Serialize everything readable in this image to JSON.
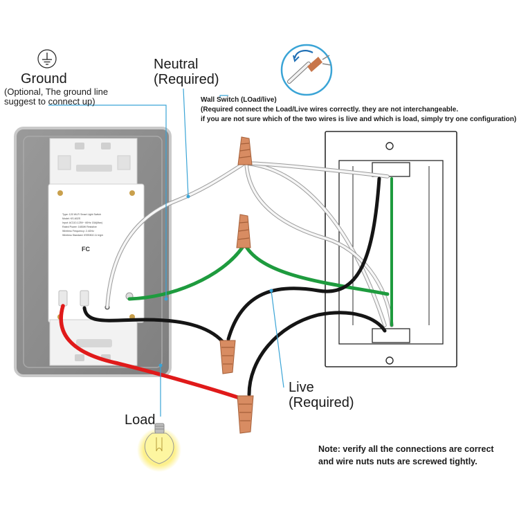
{
  "labels": {
    "ground_title": "Ground",
    "ground_sub_1": "(Optional, The ground line",
    "ground_sub_2": "suggest to connect up)",
    "neutral_1": "Neutral",
    "neutral_2": "(Required)",
    "wall_switch_title": "Wall Switch (LOad/live)",
    "wall_switch_note_1": "(Required connect the Load/Live wires correctly. they are not interchangeable.",
    "wall_switch_note_2": "if you are not sure which of the two wires is live and which is load, simply try one configuration)",
    "live_1": "Live",
    "live_2": "(Required)",
    "load": "Load",
    "note_1": "Note: verify all the connections are correct",
    "note_2": "and wire nuts nuts are screwed tightly."
  },
  "device_label": [
    "Type: 120 Wi-Fi Smart Light Switch",
    "Model: KS-602S",
    "Input: AC110-125V~ 60Hz 15A(Max)",
    "Rated Power: 1650W  Resistive",
    "Wireless Frequency: 2.4GHz",
    "Wireless Standard: IEEE802.11 b/g/n"
  ],
  "device_logos": "FC",
  "colors": {
    "wire_white": "#f4f4f4",
    "wire_black": "#151515",
    "wire_green": "#1e9b3e",
    "wire_red": "#e01a1a",
    "wire_nut": "#d88c62",
    "leader_line": "#3aa4d6",
    "switch_plate": "#8e8e8e",
    "wall_box": "#ffffff"
  },
  "icons": [
    "ground-symbol-icon",
    "twist-wire-nut-icon",
    "light-bulb-icon"
  ]
}
